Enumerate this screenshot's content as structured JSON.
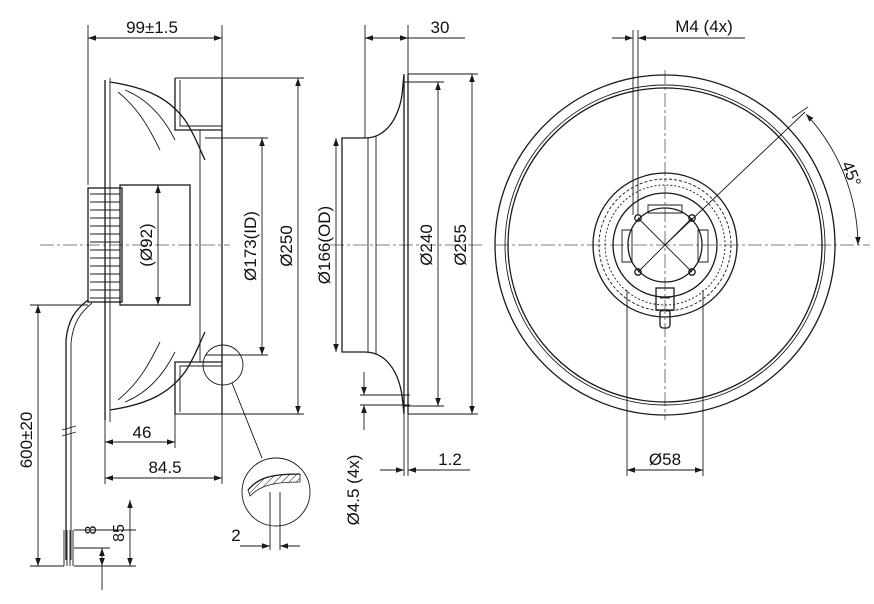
{
  "dimensions": {
    "width_99": "99±1.5",
    "depth_30": "30",
    "thread": "M4 (4x)",
    "angle_45": "45°",
    "hub_92": "(Ø92)",
    "id_173": "Ø173(ID)",
    "dia_250": "Ø250",
    "od_166": "Ø166(OD)",
    "dia_240": "Ø240",
    "dia_255": "Ø255",
    "cable_600": "600±20",
    "len_46": "46",
    "len_84_5": "84.5",
    "thick_1_2": "1.2",
    "hole_4_5": "Ø4.5 (4x)",
    "dia_58": "Ø58",
    "detail_2": "2",
    "strip_8": "8",
    "strip_85": "85"
  }
}
